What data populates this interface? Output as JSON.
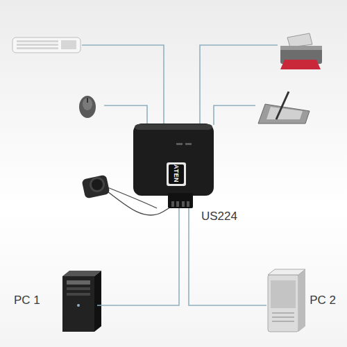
{
  "diagram": {
    "nodes": [
      {
        "text": [
          "US224"
        ]
      },
      {
        "text": [
          "PC 1"
        ]
      },
      {
        "text": [
          "PC 2"
        ]
      }
    ],
    "edges": [
      {
        "from": 1,
        "to": 0,
        "arrow": "none"
      },
      {
        "from": 2,
        "to": 0,
        "arrow": "none"
      }
    ],
    "labels": [
      "ATEN"
    ]
  }
}
